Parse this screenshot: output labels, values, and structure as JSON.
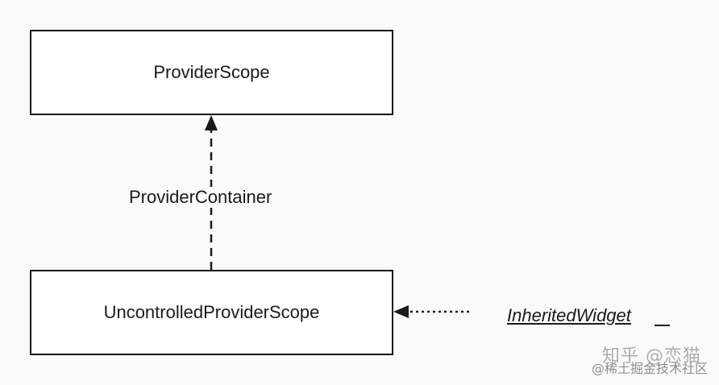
{
  "diagram": {
    "nodes": {
      "top": {
        "label": "ProviderScope"
      },
      "bottom": {
        "label": "UncontrolledProviderScope"
      }
    },
    "edges": {
      "vertical": {
        "label": "ProviderContainer",
        "style": "dashed"
      },
      "horizontal": {
        "label": "InheritedWidget",
        "style": "dotted"
      }
    }
  },
  "watermark": {
    "line1": "知乎 @恋猫",
    "line2": "@稀土掘金技术社区"
  },
  "colors": {
    "background": "#fafafa",
    "stroke": "#1a1a1a",
    "watermark": "#a0a0a0"
  }
}
